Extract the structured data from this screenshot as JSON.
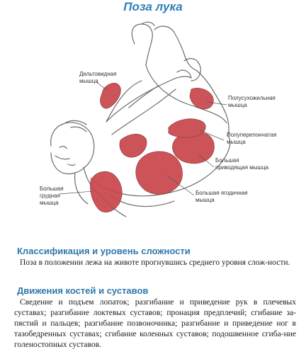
{
  "page_title": "Поза лука",
  "labels": {
    "deltoid": [
      "Дельтовидная",
      "мышца"
    ],
    "semitendinosus": [
      "Полусухожильная",
      "мышца"
    ],
    "semimembranosus": [
      "Полуперепончатая",
      "мышца"
    ],
    "adductor_magnus": [
      "Большая",
      "приводящая мышца"
    ],
    "pectoralis_major": [
      "Большая",
      "грудная",
      "мышца"
    ],
    "gluteus_maximus": [
      "Большая ягодичная",
      "мышца"
    ]
  },
  "sections": [
    {
      "heading": "Классификация и уровень сложности",
      "text": "Поза в положении лежа на животе прогнувшись среднего уровня слож-ности."
    },
    {
      "heading": "Движения костей и суставов",
      "text": "Сведение и подъем лопаток; разгибание и приведение рук в плечевых суставах; разгибание локтевых суставов; пронация предплечий; сгибание за-пястий и пальцев; разгибание позвоночника; разгибание и приведение ног в тазобедренных суставах; сгибание коленных суставов; подошвенное сгиба-ние голеностопных суставов."
    }
  ],
  "colors": {
    "title": "#2f7fb6",
    "heading": "#2f78ad",
    "muscle": "#c8464b",
    "skin_outline": "#6b6b6b"
  }
}
